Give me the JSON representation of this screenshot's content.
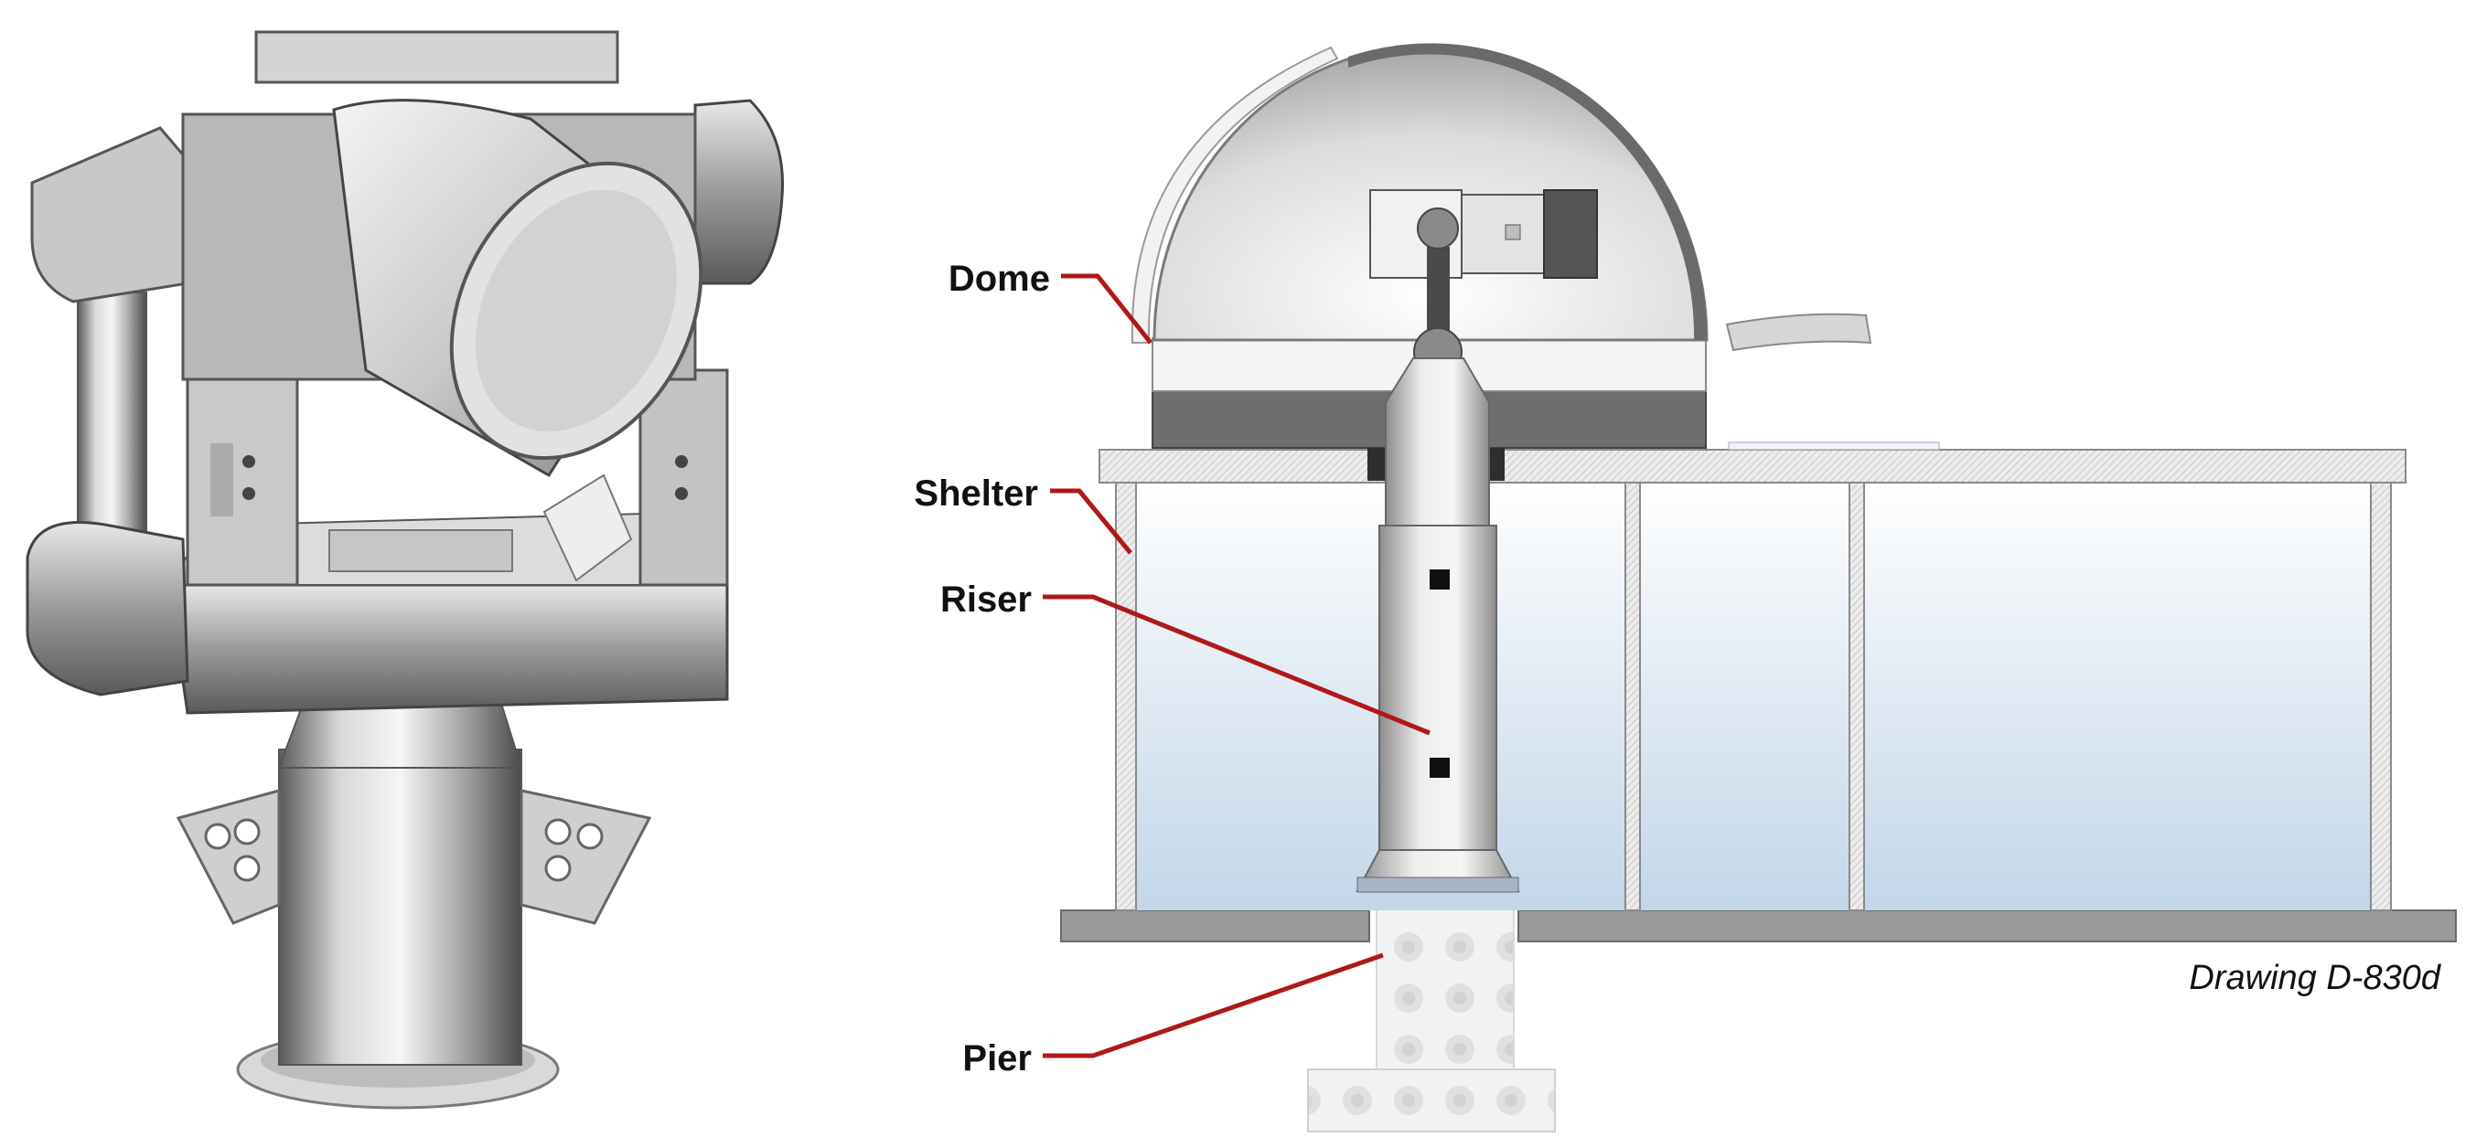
{
  "labels": {
    "dome": "Dome",
    "shelter": "Shelter",
    "riser": "Riser",
    "pier": "Pier"
  },
  "caption": "Drawing D-830d",
  "colors": {
    "leader": "#b01818",
    "steel_dark": "#4a4a4a",
    "steel_light": "#e6e6e6",
    "glass_top": "#ffffff",
    "glass_bottom": "#c3d6e8"
  }
}
